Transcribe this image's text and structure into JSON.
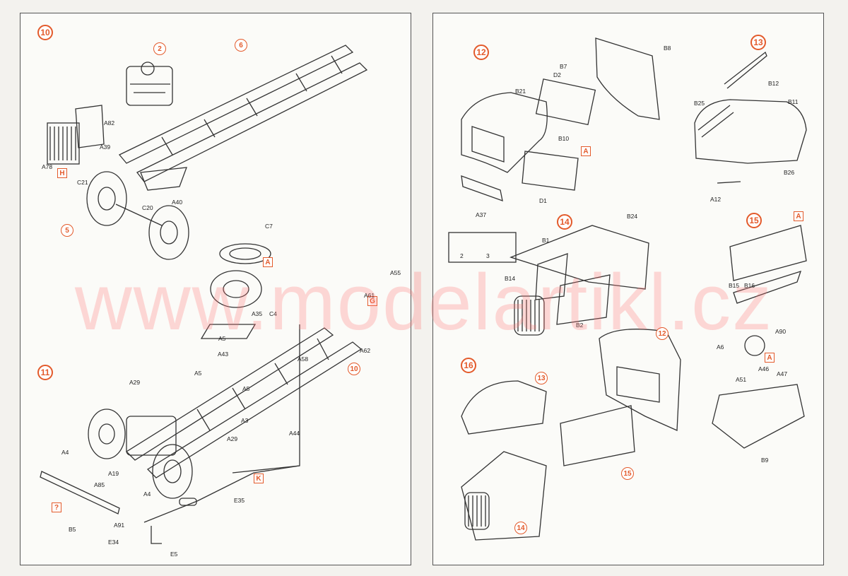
{
  "watermark": "www.modelartikl.cz",
  "accent_color": "#e35a2b",
  "left_page": {
    "steps": [
      {
        "id": "step-10",
        "number": "10"
      },
      {
        "id": "step-11",
        "number": "11"
      }
    ],
    "subassemblies": [
      "2",
      "6",
      "5",
      "10"
    ],
    "paint_refs": [
      "H",
      "A",
      "G",
      "K",
      "?"
    ],
    "labels": [
      "A82",
      "A39",
      "A78",
      "C21",
      "C20",
      "A40",
      "C7",
      "A35",
      "C4",
      "A55",
      "A61",
      "A62",
      "A58",
      "A5",
      "A43",
      "A5",
      "A5",
      "A29",
      "A3",
      "A44",
      "A29",
      "A4",
      "A85",
      "A19",
      "A4",
      "A91",
      "B5",
      "E35",
      "E34",
      "E5"
    ]
  },
  "right_page": {
    "steps": [
      {
        "id": "step-12",
        "number": "12"
      },
      {
        "id": "step-13",
        "number": "13"
      },
      {
        "id": "step-14",
        "number": "14"
      },
      {
        "id": "step-15",
        "number": "15"
      },
      {
        "id": "step-16",
        "number": "16"
      }
    ],
    "subassemblies": [
      "12",
      "13",
      "14",
      "15"
    ],
    "paint_refs": [
      "A",
      "A",
      "A"
    ],
    "labels": [
      "B8",
      "B7",
      "D2",
      "B21",
      "B10",
      "D1",
      "A37",
      "2",
      "3",
      "B12",
      "B25",
      "B11",
      "B26",
      "A12",
      "B24",
      "B1",
      "B14",
      "B2",
      "B15",
      "B16",
      "A90",
      "A6",
      "A46",
      "A51",
      "A47",
      "B9"
    ]
  }
}
